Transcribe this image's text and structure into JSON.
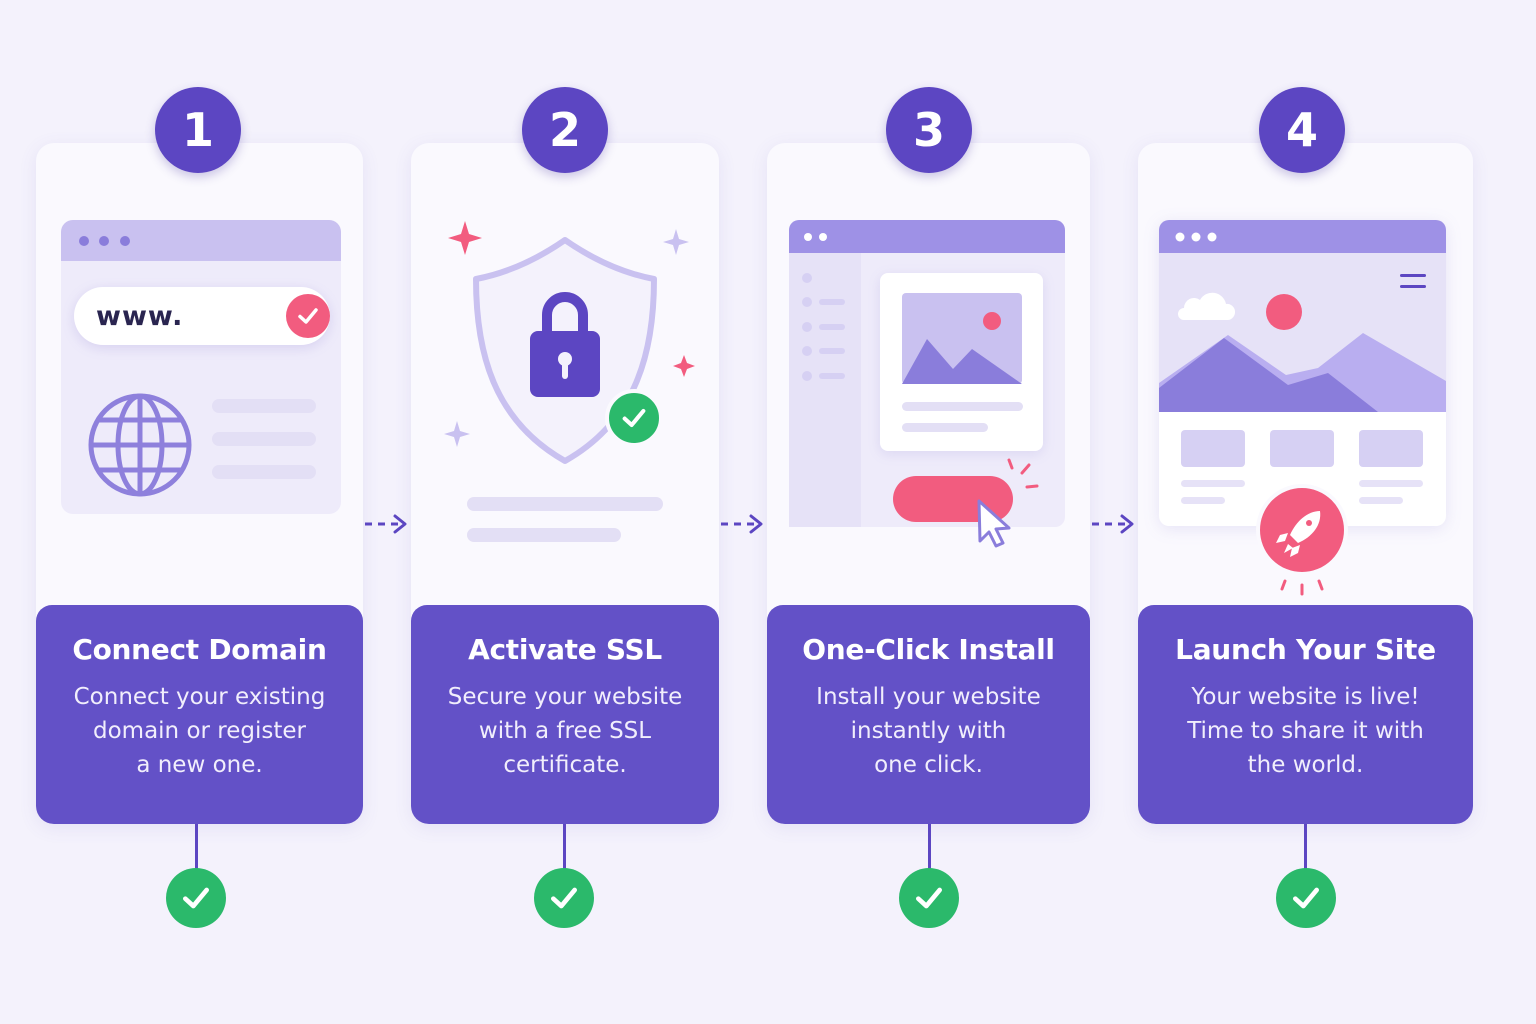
{
  "steps": [
    {
      "number": "1",
      "title": "Connect Domain",
      "desc": [
        "Connect your existing",
        "domain or register",
        "a new one."
      ],
      "url_text": "www."
    },
    {
      "number": "2",
      "title": "Activate SSL",
      "desc": [
        "Secure your website",
        "with a free SSL",
        "certificate."
      ]
    },
    {
      "number": "3",
      "title": "One-Click Install",
      "desc": [
        "Install your website",
        "instantly with",
        "one click."
      ]
    },
    {
      "number": "4",
      "title": "Launch Your Site",
      "desc": [
        "Your website is live!",
        "Time to share it with",
        "the world."
      ]
    }
  ],
  "colors": {
    "background": "#f4f2fc",
    "primary": "#6351c7",
    "badge": "#5c46c2",
    "accent_pink": "#f25c7f",
    "success_green": "#2bb96b",
    "light_purple": "#c9c1f0"
  },
  "icons": [
    "globe-icon",
    "shield-lock-icon",
    "cursor-icon",
    "rocket-icon",
    "check-icon",
    "arrow-right-icon"
  ]
}
